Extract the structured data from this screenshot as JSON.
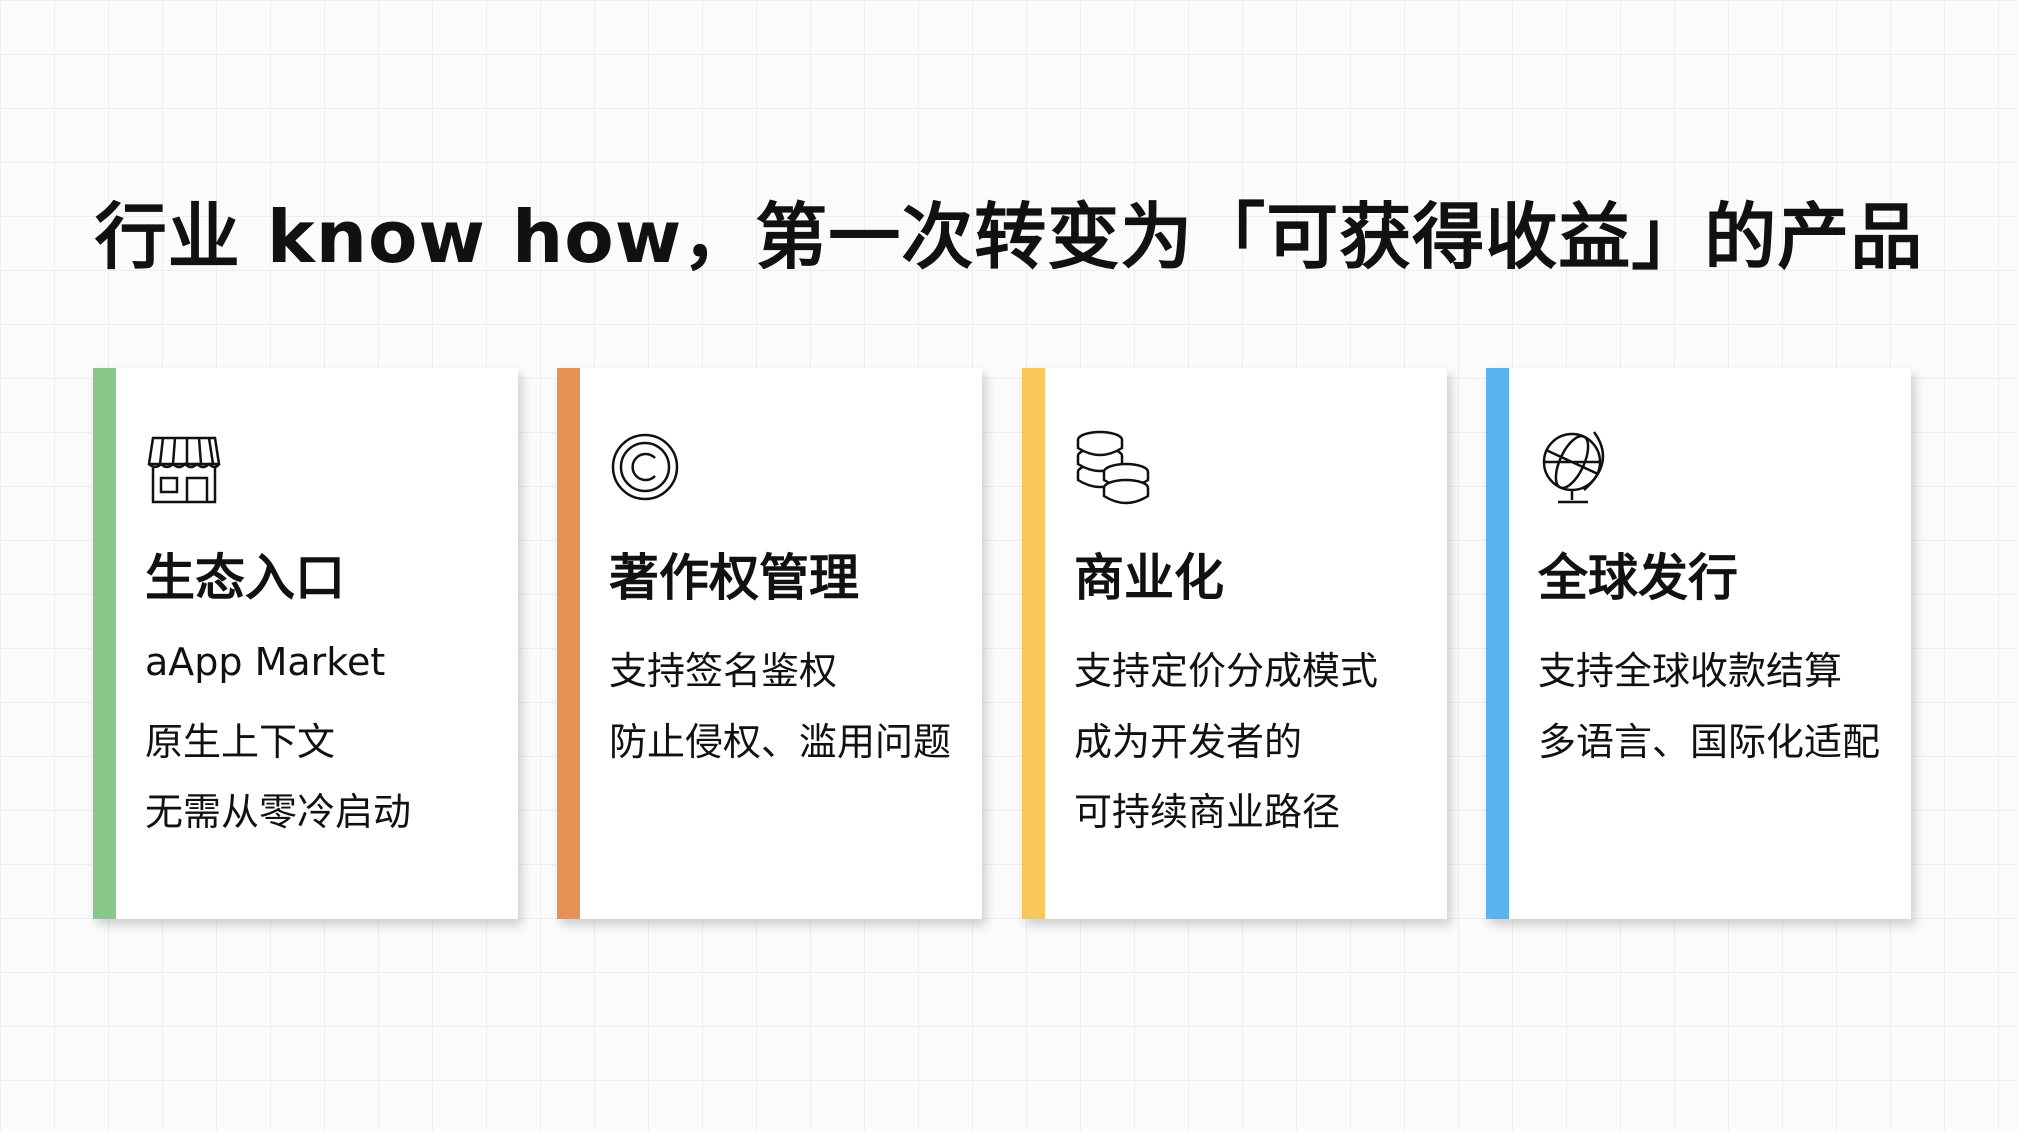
{
  "title": "行业 know how，第一次转变为「可获得收益」的产品",
  "cards": [
    {
      "color": "#88c98a",
      "icon": "storefront-icon",
      "heading": "生态入口",
      "lines": [
        "aApp Market",
        "原生上下文",
        "无需从零冷启动"
      ]
    },
    {
      "color": "#e89156",
      "icon": "copyright-icon",
      "heading": "著作权管理",
      "lines": [
        "支持签名鉴权",
        "防止侵权、滥用问题"
      ]
    },
    {
      "color": "#f8c85a",
      "icon": "coins-icon",
      "heading": "商业化",
      "lines": [
        "支持定价分成模式",
        "成为开发者的",
        "可持续商业路径"
      ]
    },
    {
      "color": "#58b4ee",
      "icon": "globe-icon",
      "heading": "全球发行",
      "lines": [
        "支持全球收款结算",
        "多语言、国际化适配"
      ]
    }
  ]
}
